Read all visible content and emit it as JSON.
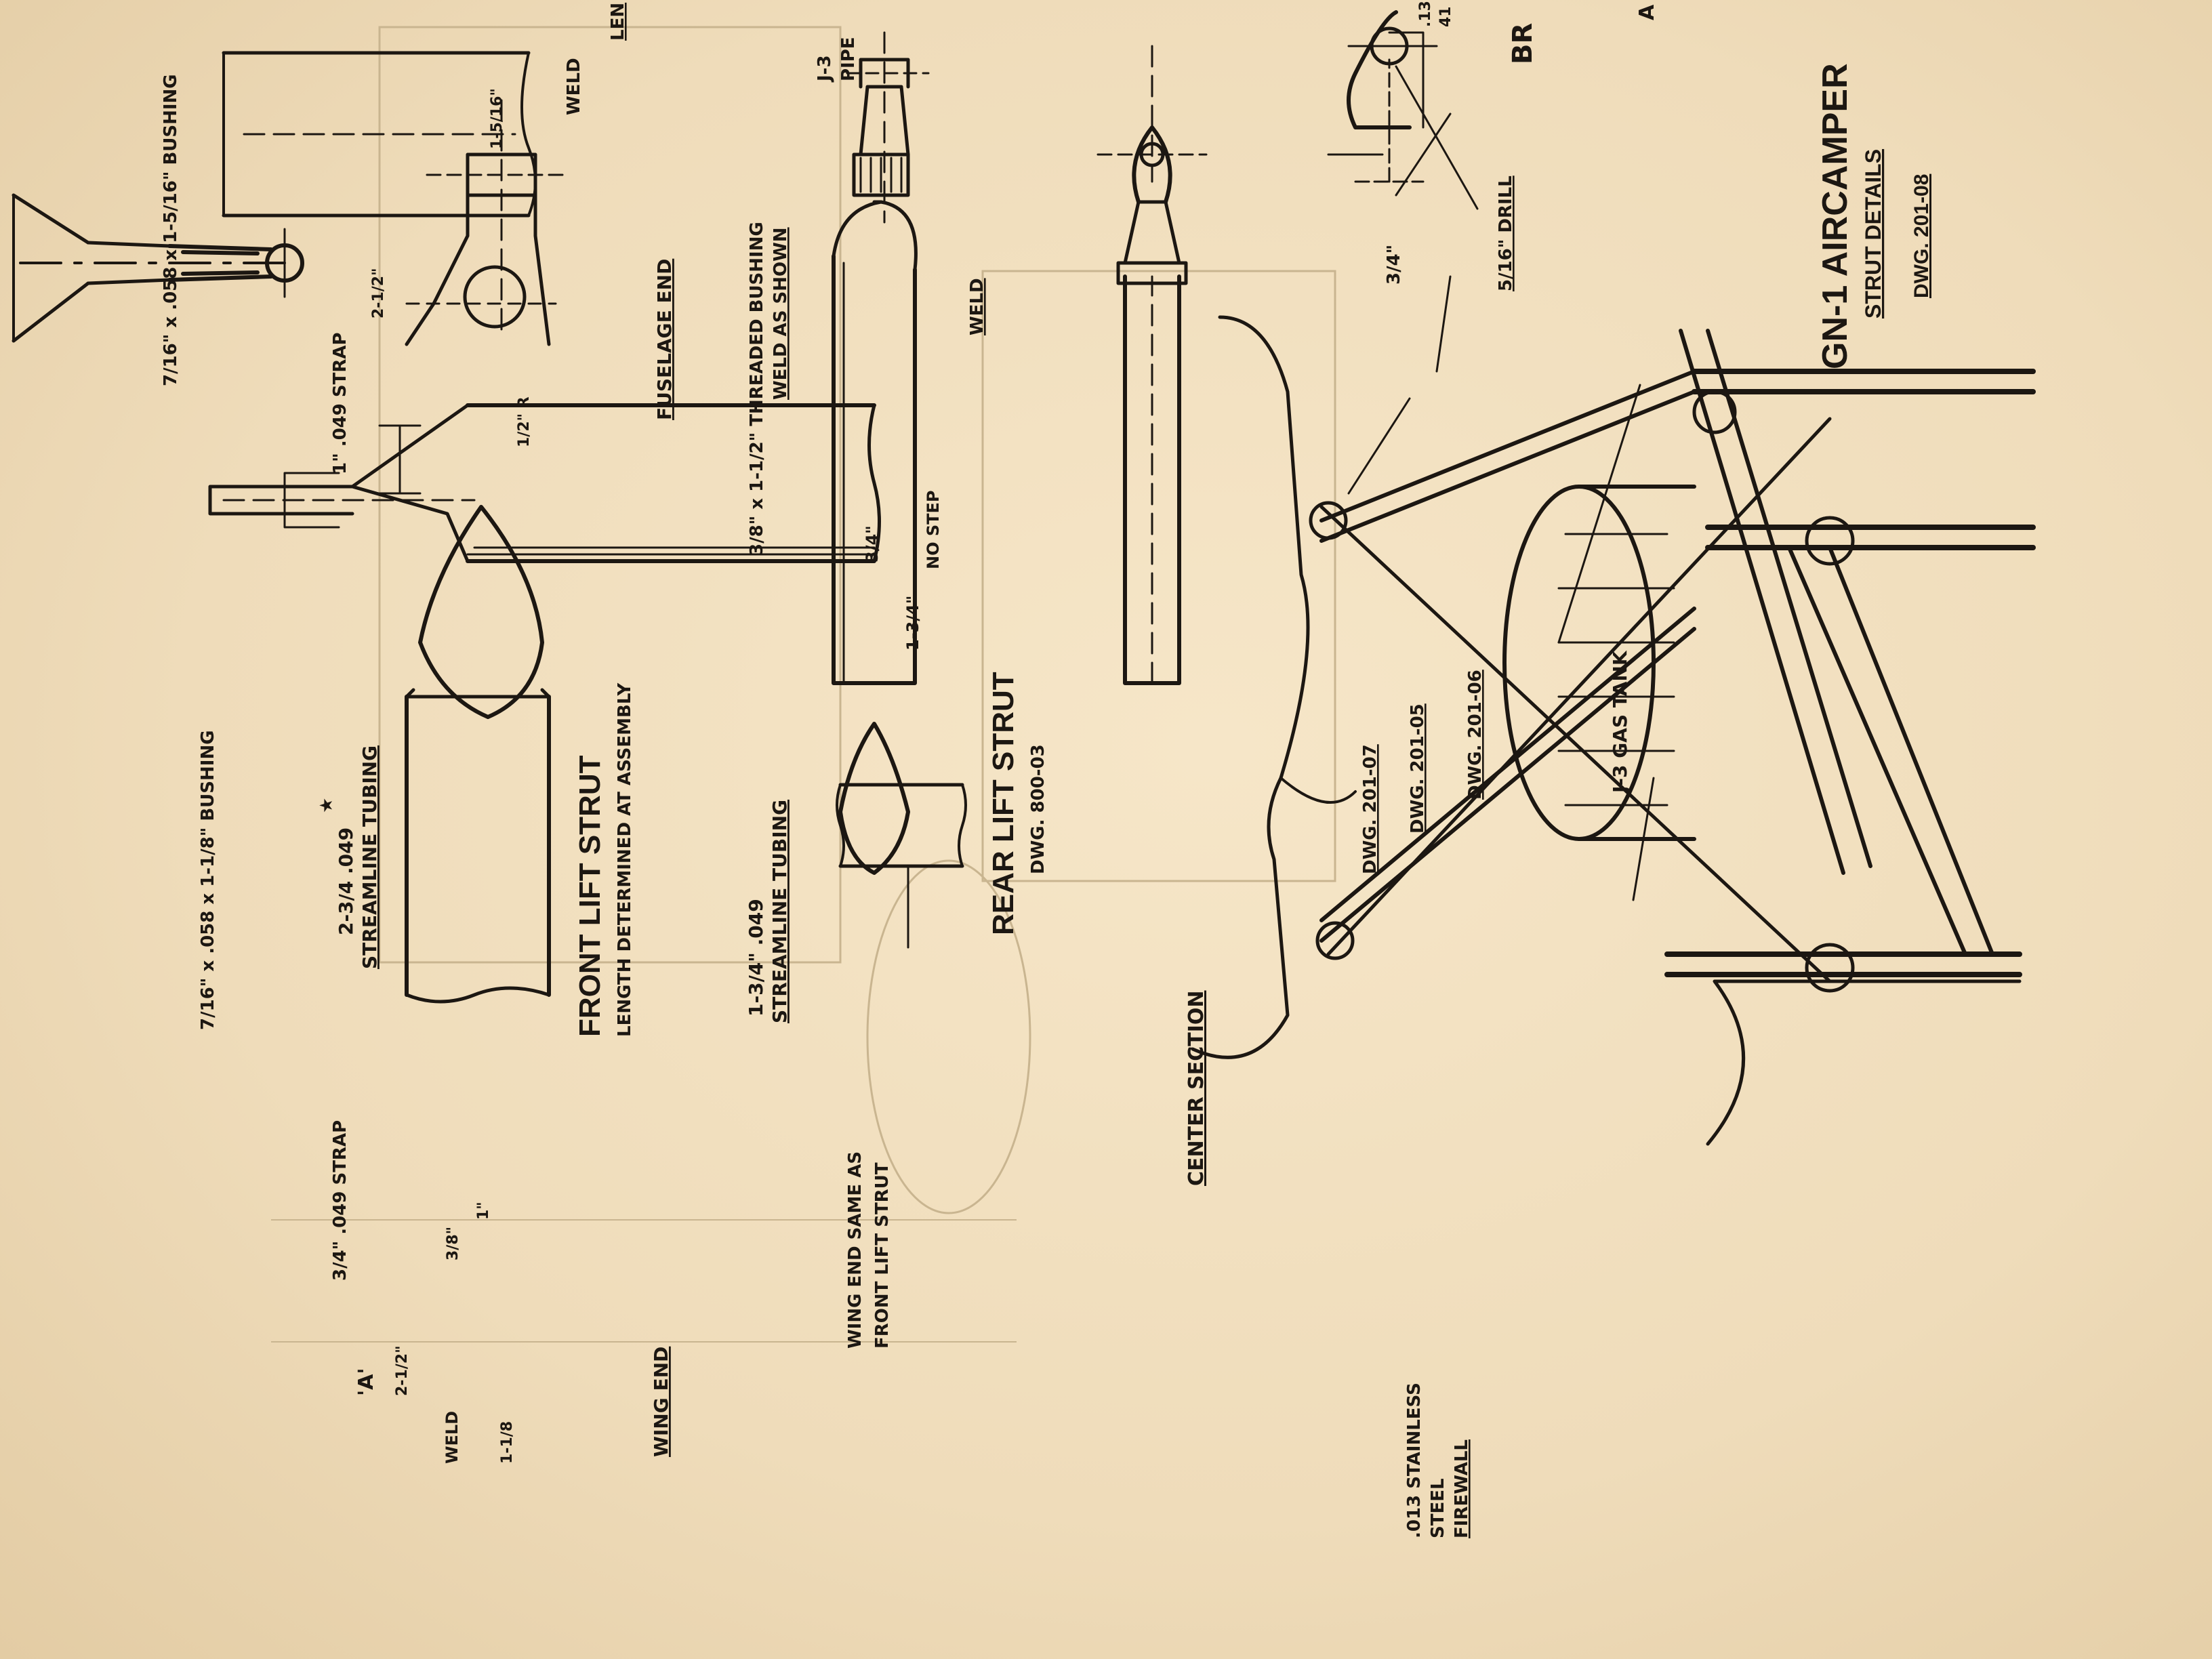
{
  "title_block": {
    "title": "GN-1 AIRCAMPER",
    "subtitle": "STRUT DETAILS",
    "dwg": "DWG. 201-08"
  },
  "front_lift_strut": {
    "name": "FRONT LIFT STRUT",
    "length_note": "LENGTH DETERMINED AT ASSEMBLY",
    "tubing_size": "2-3/4 .049",
    "tubing_star": "★",
    "tubing_type": "STREAMLINE TUBING",
    "wing_end": "WING END",
    "fuselage_end": "FUSELAGE END",
    "wing_bushing": "7/16\" x .058 x 1-1/8\" BUSHING",
    "wing_strap": "3/4\" .049 STRAP",
    "fuselage_bushing": "7/16\" x .058 x 1-5/16\" BUSHING",
    "fuselage_strap": "1\" .049 STRAP",
    "weld": "WELD",
    "detail_a": "'A'",
    "dim_2_1_2_wing": "2-1/2\"",
    "dim_3_8": "3/8\"",
    "dim_1": "1\"",
    "dim_1_1_8": "1-1/8",
    "dim_2_1_2_fus": "2-1/2\"",
    "dim_1_5_16": "1-5/16\"",
    "radius": "1/2\" R",
    "cut_len": "LEN",
    "cut_top": ".13",
    "cut_top2": "41"
  },
  "rear_lift_strut": {
    "name": "REAR LIFT STRUT",
    "dwg": "DWG. 800-03",
    "tubing_size": "1-3/4\" .049",
    "tubing_type": "STREAMLINE TUBING",
    "wing_end_note_1": "WING END SAME AS",
    "wing_end_note_2": "FRONT LIFT STRUT",
    "threaded_bushing": "3/8\" x 1-1/2\" THREADED BUSHING",
    "weld_as_shown": "WELD AS SHOWN",
    "pipe_1": "J-3",
    "pipe_2": "PIPE",
    "weld": "WELD",
    "dim_3_4": "3/4\"",
    "dim_1_3_4": "1-3/4\"",
    "no_step": "NO STEP"
  },
  "bracket_detail": {
    "dim_3_4": "3/4\"",
    "drill": "5/16\" DRILL",
    "label_cut": "BR",
    "a_cut": "A"
  },
  "assembly": {
    "dwg_201_07": "DWG. 201-07",
    "dwg_201_05": "DWG. 201-05",
    "dwg_201_06": "DWG. 201-06",
    "gas_tank": "J-3  GAS TANK",
    "center_section": "CENTER SECTION",
    "firewall_1": ".013 STAINLESS",
    "firewall_2": "STEEL",
    "firewall_3": "FIREWALL"
  }
}
